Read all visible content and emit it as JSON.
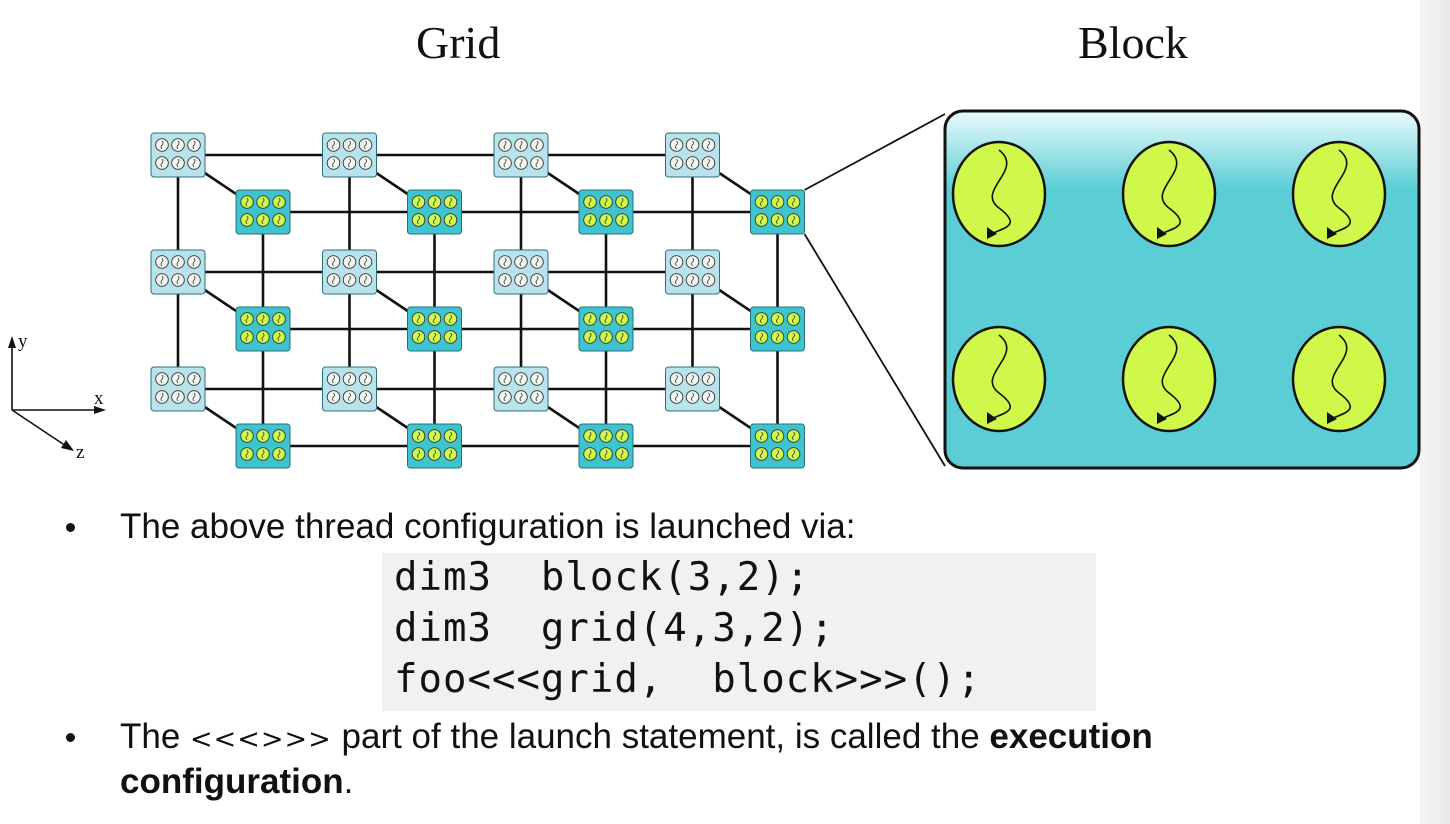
{
  "titles": {
    "grid": "Grid",
    "block": "Block"
  },
  "axes": {
    "y": "y",
    "x": "x",
    "z": "z"
  },
  "grid_dims": {
    "x": 4,
    "y": 3,
    "z": 2
  },
  "block_dims": {
    "x": 3,
    "y": 2
  },
  "colors": {
    "back_block": "#b9e3ec",
    "front_block": "#3ec4cf",
    "block_panel": "#5bcdd5",
    "thread_fill": "#cff84a",
    "back_thread": "#f2f6f2",
    "line": "#111111"
  },
  "bullets": {
    "launch_text": "The above thread configuration is launched via:",
    "exec_prefix": "The ",
    "exec_angles": "<<<>>>",
    "exec_middle": " part of the launch statement, is called the ",
    "exec_bold": "execution configuration",
    "exec_end": "."
  },
  "code": {
    "line1": "dim3  block(3,2);",
    "line2": "dim3  grid(4,3,2);",
    "line3": "foo<<<grid,  block>>>();"
  }
}
